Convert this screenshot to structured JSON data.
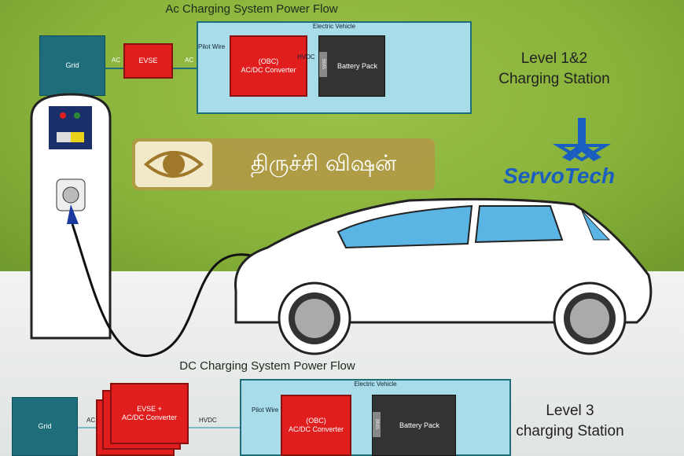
{
  "ac_flow": {
    "title": "Ac Charging System Power Flow",
    "grid": "Grid",
    "ac1": "AC",
    "evse": "EVSE",
    "ac2": "AC",
    "ev_label": "Electric Vehicle",
    "pilot": "Pilot Wire",
    "obc": "(OBC)\nAC/DC Converter",
    "hvdc": "HVDC",
    "bms": "BMS",
    "battery": "Battery Pack"
  },
  "level12": {
    "line1": "Level 1&2",
    "line2": "Charging Station"
  },
  "dc_flow": {
    "title": "DC Charging System Power Flow",
    "grid": "Grid",
    "ac": "AC",
    "evse": "EVSE +\nAC/DC Converter",
    "hvdc": "HVDC",
    "ev_label": "Electric Vehicle",
    "pilot": "Pilot Wire",
    "obc": "(OBC)\nAC/DC Converter",
    "bms": "BMS",
    "battery": "Battery Pack"
  },
  "level3": {
    "line1": "Level 3",
    "line2": "charging Station"
  },
  "watermark": {
    "text": "திருச்சி விஷன்"
  },
  "logo": {
    "text": "ServoTech"
  },
  "colors": {
    "green": "#88b23a",
    "teal": "#1e6d7b",
    "red": "#e01e1e",
    "logo_blue": "#1a5fc0"
  }
}
